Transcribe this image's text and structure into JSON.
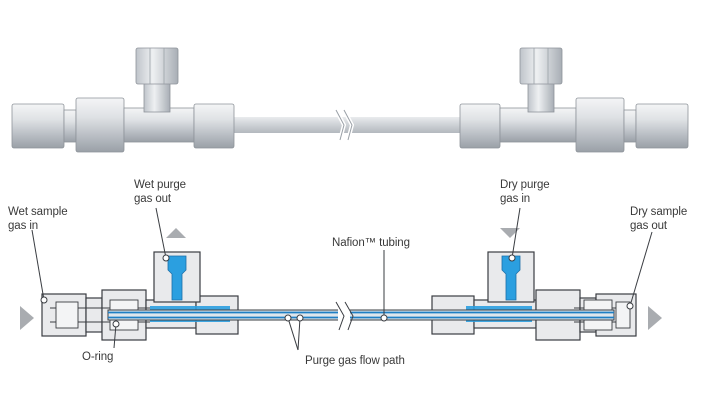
{
  "labels": {
    "wet_purge_out": {
      "line1": "Wet purge",
      "line2": "gas out"
    },
    "dry_purge_in": {
      "line1": "Dry purge",
      "line2": "gas in"
    },
    "wet_sample_in": {
      "line1": "Wet sample",
      "line2": "gas in"
    },
    "dry_sample_out": {
      "line1": "Dry sample",
      "line2": "gas out"
    },
    "nafion_tubing": "Nafion™ tubing",
    "o_ring": "O-ring",
    "purge_gas_flow_path": "Purge gas flow path"
  },
  "colors": {
    "metal_light": "#e4e6e8",
    "metal_mid": "#c2c6cb",
    "metal_dark": "#8e939a",
    "cross_section_fill": "#e9eaec",
    "outline": "#3a3d42",
    "purge_blue": "#2b9fe0",
    "tube_blue": "#1f7fc4",
    "arrow_gray": "#a9acb0"
  }
}
